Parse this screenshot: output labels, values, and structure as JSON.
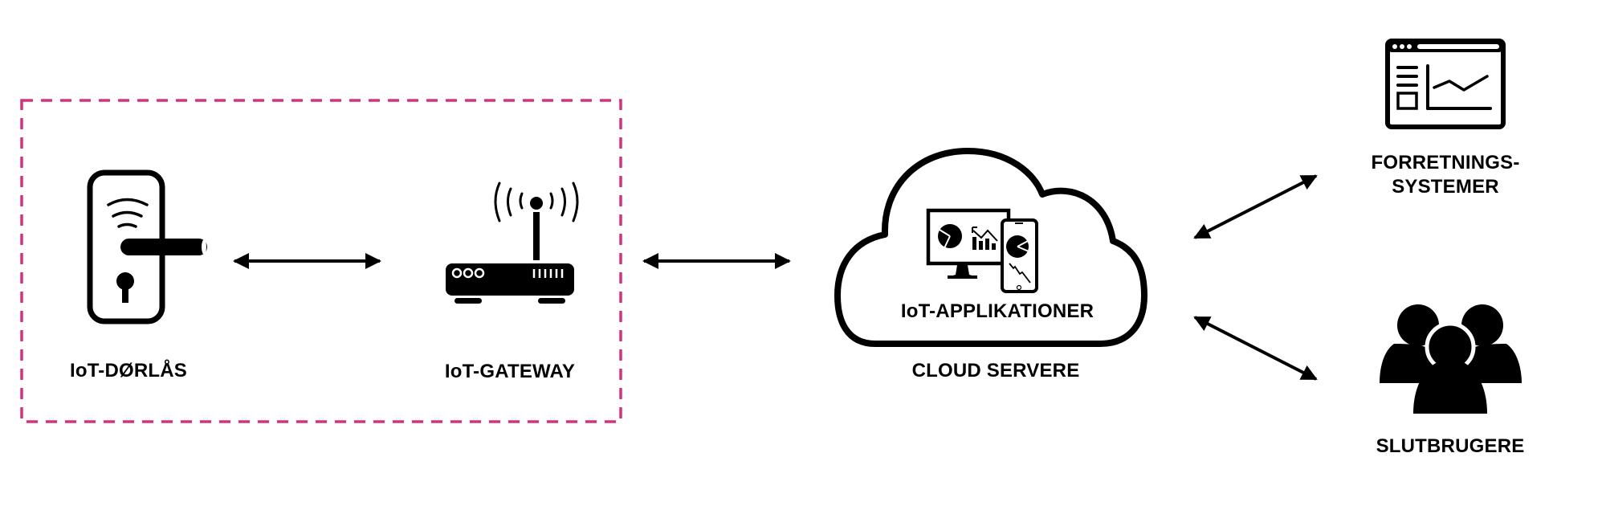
{
  "diagram": {
    "group_border_color": "#D6317F",
    "nodes": {
      "door_lock": {
        "label": "IoT-DØRLÅS",
        "icon": "smart-door-lock-icon"
      },
      "gateway": {
        "label": "IoT-GATEWAY",
        "icon": "wifi-router-icon"
      },
      "cloud": {
        "inner_label": "IoT-APPLIKATIONER",
        "label": "CLOUD SERVERE",
        "icon": "cloud-icon",
        "inner_icon": "monitor-and-phone-dashboard-icon"
      },
      "business_systems": {
        "label_line1": "FORRETNINGS-",
        "label_line2": "SYSTEMER",
        "icon": "browser-dashboard-icon"
      },
      "end_users": {
        "label": "SLUTBRUGERE",
        "icon": "users-group-icon"
      }
    },
    "connections": [
      {
        "from": "IoT-DØRLÅS",
        "to": "IoT-GATEWAY",
        "direction": "bidirectional"
      },
      {
        "from": "IoT-GATEWAY",
        "to": "CLOUD SERVERE",
        "direction": "bidirectional"
      },
      {
        "from": "CLOUD SERVERE",
        "to": "FORRETNINGS-SYSTEMER",
        "direction": "bidirectional"
      },
      {
        "from": "CLOUD SERVERE",
        "to": "SLUTBRUGERE",
        "direction": "bidirectional"
      }
    ]
  }
}
